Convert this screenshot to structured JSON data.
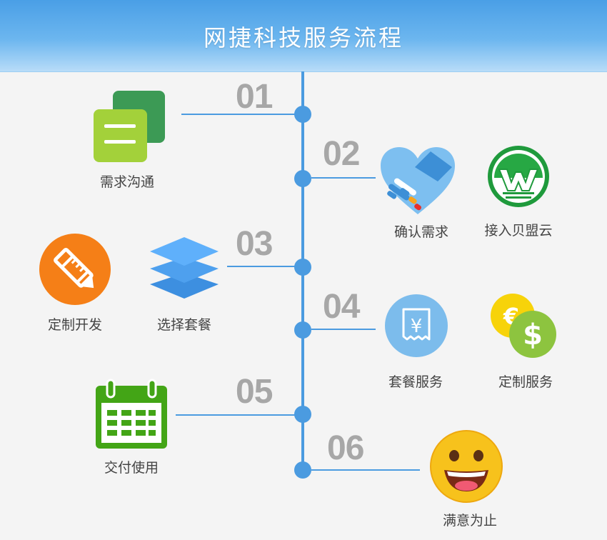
{
  "header": {
    "title": "网捷科技服务流程"
  },
  "steps": [
    {
      "num": "01",
      "items": [
        {
          "label": "需求沟通"
        }
      ]
    },
    {
      "num": "02",
      "items": [
        {
          "label": "确认需求"
        },
        {
          "label": "接入贝盟云"
        }
      ]
    },
    {
      "num": "03",
      "items": [
        {
          "label": "定制开发"
        },
        {
          "label": "选择套餐"
        }
      ]
    },
    {
      "num": "04",
      "items": [
        {
          "label": "套餐服务"
        },
        {
          "label": "定制服务"
        }
      ]
    },
    {
      "num": "05",
      "items": [
        {
          "label": "交付使用"
        }
      ]
    },
    {
      "num": "06",
      "items": [
        {
          "label": "满意为止"
        }
      ]
    }
  ],
  "icons": {
    "currency_euro": "€",
    "currency_dollar": "$",
    "currency_yen": "¥"
  },
  "colors": {
    "timeline": "#4b9be0",
    "step_number": "#a7a7a7",
    "header_top": "#4a9fe6",
    "header_bottom": "#b8dcf8"
  }
}
